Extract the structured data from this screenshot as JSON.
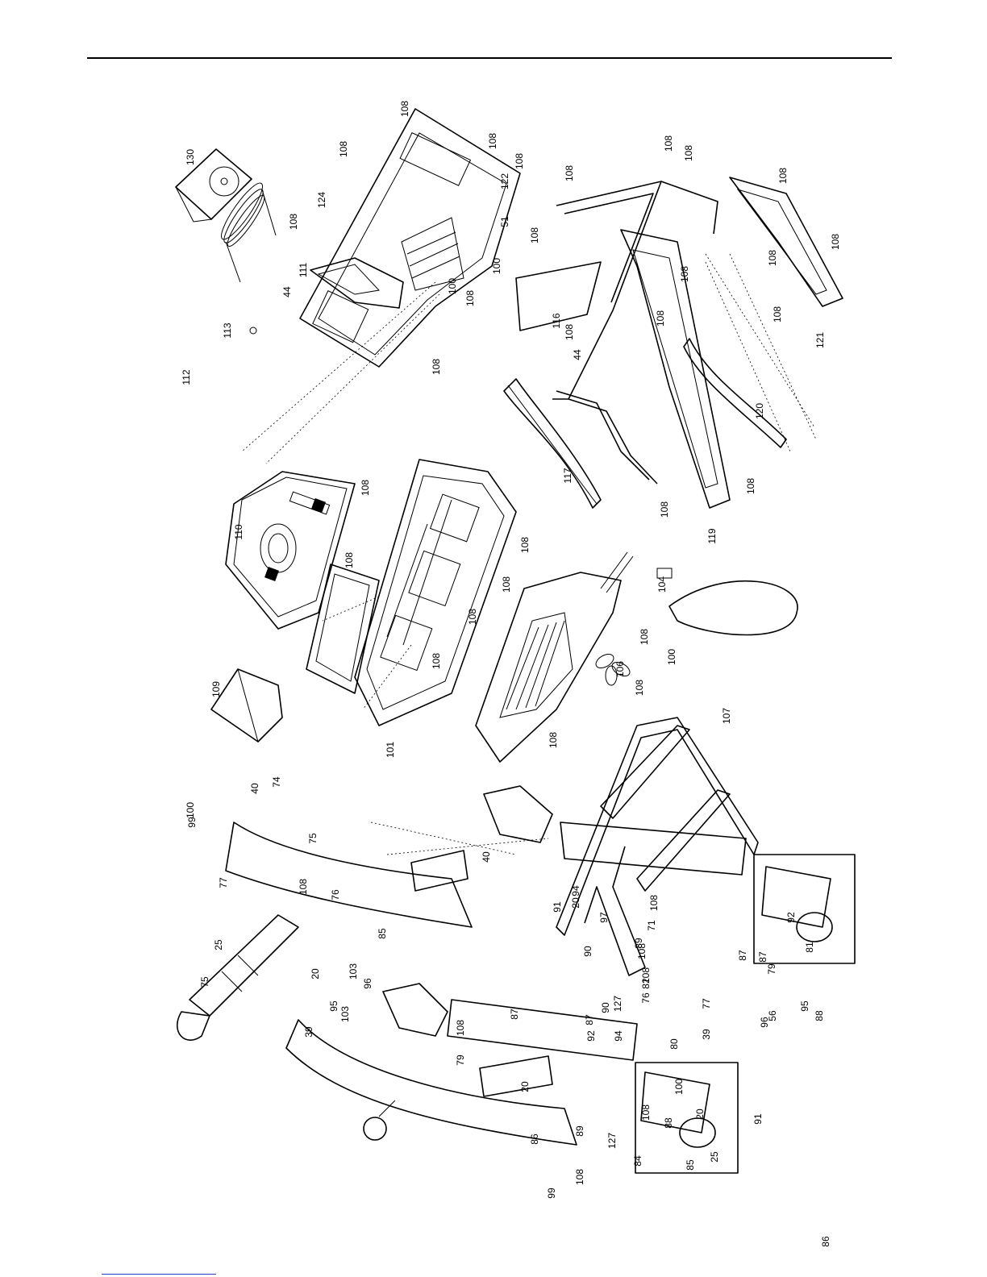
{
  "document": {
    "type": "exploded parts diagram",
    "orientation": "rotated 90 degrees"
  },
  "part_labels": [
    "108",
    "108",
    "108",
    "108",
    "108",
    "130",
    "122",
    "51",
    "124",
    "108",
    "100",
    "108",
    "108",
    "108",
    "44",
    "108",
    "108",
    "108",
    "108",
    "113",
    "112",
    "108",
    "108",
    "116",
    "108",
    "44",
    "121",
    "108",
    "108",
    "120",
    "111",
    "100",
    "108",
    "108",
    "117",
    "110",
    "108",
    "119",
    "108",
    "100",
    "108",
    "108",
    "108",
    "104",
    "109",
    "108",
    "108",
    "101",
    "108",
    "106",
    "108",
    "107",
    "100",
    "99",
    "40",
    "74",
    "75",
    "76",
    "77",
    "108",
    "75",
    "25",
    "20",
    "103",
    "85",
    "39",
    "96",
    "95",
    "103",
    "108",
    "79",
    "87",
    "20",
    "87",
    "92",
    "90",
    "94",
    "80",
    "108",
    "88",
    "25",
    "100",
    "91",
    "20",
    "89",
    "127",
    "86",
    "108",
    "99",
    "40",
    "97",
    "71",
    "108",
    "108",
    "76",
    "85",
    "77",
    "39",
    "96",
    "95",
    "81",
    "108",
    "87",
    "87",
    "79",
    "92",
    "20",
    "94",
    "84",
    "91",
    "90",
    "89",
    "82",
    "127",
    "88",
    "56",
    "86"
  ]
}
